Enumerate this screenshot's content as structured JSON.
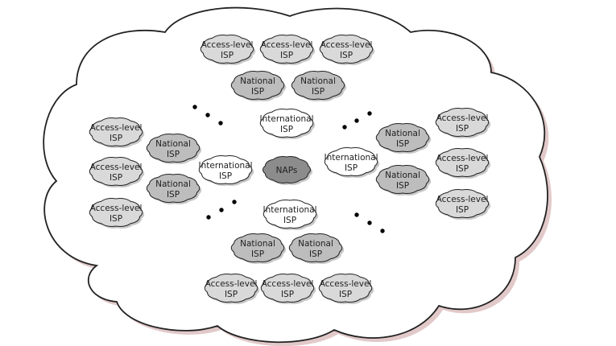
{
  "colors": {
    "outline": "#222222",
    "outer_fill": "#ffffff",
    "outer_shadow": "#e2c9c9",
    "access_fill": "#d9d9d9",
    "national_fill": "#bdbdbd",
    "international_fill": "#ffffff",
    "nap_fill": "#8c8c8c",
    "dot": "#000000"
  },
  "nodes": [
    {
      "kind": "access",
      "line1": "Access-level",
      "line2": "ISP"
    },
    {
      "kind": "access",
      "line1": "Access-level",
      "line2": "ISP"
    },
    {
      "kind": "access",
      "line1": "Access-level",
      "line2": "ISP"
    },
    {
      "kind": "national",
      "line1": "National",
      "line2": "ISP"
    },
    {
      "kind": "national",
      "line1": "National",
      "line2": "ISP"
    },
    {
      "kind": "international",
      "line1": "International",
      "line2": "ISP"
    },
    {
      "kind": "access",
      "line1": "Access-level",
      "line2": "ISP"
    },
    {
      "kind": "access",
      "line1": "Access-level",
      "line2": "ISP"
    },
    {
      "kind": "access",
      "line1": "Access-level",
      "line2": "ISP"
    },
    {
      "kind": "national",
      "line1": "National",
      "line2": "ISP"
    },
    {
      "kind": "national",
      "line1": "National",
      "line2": "ISP"
    },
    {
      "kind": "international",
      "line1": "International",
      "line2": "ISP"
    },
    {
      "kind": "nap",
      "line1": "NAPs",
      "line2": ""
    },
    {
      "kind": "international",
      "line1": "International",
      "line2": "ISP"
    },
    {
      "kind": "national",
      "line1": "National",
      "line2": "ISP"
    },
    {
      "kind": "national",
      "line1": "National",
      "line2": "ISP"
    },
    {
      "kind": "access",
      "line1": "Access-level",
      "line2": "ISP"
    },
    {
      "kind": "access",
      "line1": "Access-level",
      "line2": "ISP"
    },
    {
      "kind": "access",
      "line1": "Access-level",
      "line2": "ISP"
    },
    {
      "kind": "international",
      "line1": "International",
      "line2": "ISP"
    },
    {
      "kind": "national",
      "line1": "National",
      "line2": "ISP"
    },
    {
      "kind": "national",
      "line1": "National",
      "line2": "ISP"
    },
    {
      "kind": "access",
      "line1": "Access-level",
      "line2": "ISP"
    },
    {
      "kind": "access",
      "line1": "Access-level",
      "line2": "ISP"
    },
    {
      "kind": "access",
      "line1": "Access-level",
      "line2": "ISP"
    }
  ]
}
